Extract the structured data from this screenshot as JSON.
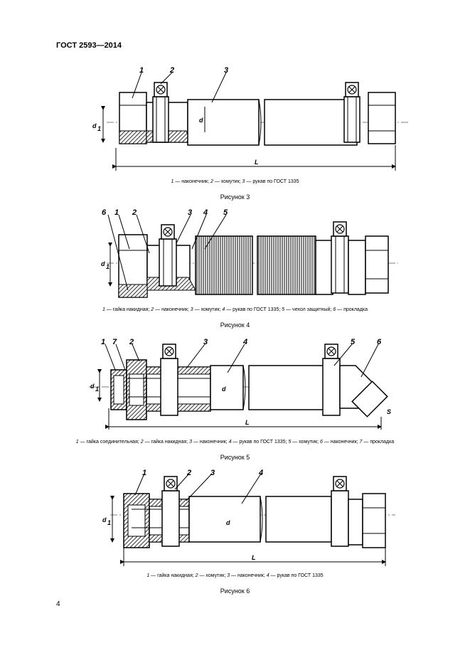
{
  "header": {
    "title": "ГОСТ 2593—2014"
  },
  "page_number": "4",
  "figures": [
    {
      "caption": "Рисунок 3",
      "legend": [
        {
          "num": "1",
          "text": "наконечник"
        },
        {
          "num": "2",
          "text": "хомутик"
        },
        {
          "num": "3",
          "text": "рукав по ГОСТ 1335"
        }
      ],
      "callouts": [
        "1",
        "2",
        "3"
      ],
      "dims": {
        "d1": "d",
        "d1_sub": "1",
        "d": "d",
        "L": "L"
      }
    },
    {
      "caption": "Рисунок 4",
      "legend": [
        {
          "num": "1",
          "text": "гайка накидная"
        },
        {
          "num": "2",
          "text": "наконечник"
        },
        {
          "num": "3",
          "text": "хомутик"
        },
        {
          "num": "4",
          "text": "рукав по ГОСТ 1335"
        },
        {
          "num": "5",
          "text": "чехол защитный"
        },
        {
          "num": "6",
          "text": "прокладка"
        }
      ],
      "callouts": [
        "6",
        "1",
        "2",
        "3",
        "4",
        "5"
      ],
      "dims": {
        "d1": "d",
        "d1_sub": "1"
      }
    },
    {
      "caption": "Рисунок 5",
      "legend": [
        {
          "num": "1",
          "text": "гайка соединительная"
        },
        {
          "num": "2",
          "text": "гайка накидная"
        },
        {
          "num": "3",
          "text": "наконечник"
        },
        {
          "num": "4",
          "text": "рукав по ГОСТ 1335"
        },
        {
          "num": "5",
          "text": "хомутик"
        },
        {
          "num": "6",
          "text": "наконечник"
        },
        {
          "num": "7",
          "text": "прокладка"
        }
      ],
      "callouts": [
        "1",
        "7",
        "2",
        "3",
        "4",
        "5",
        "6"
      ],
      "dims": {
        "d1": "d",
        "d1_sub": "1",
        "d": "d",
        "L": "L",
        "S": "S"
      }
    },
    {
      "caption": "Рисунок 6",
      "legend": [
        {
          "num": "1",
          "text": "гайка накидная"
        },
        {
          "num": "2",
          "text": "хомутик"
        },
        {
          "num": "3",
          "text": "наконечник"
        },
        {
          "num": "4",
          "text": "рукав по ГОСТ 1335"
        }
      ],
      "callouts": [
        "1",
        "2",
        "3",
        "4"
      ],
      "dims": {
        "d1": "d",
        "d1_sub": "1",
        "d": "d",
        "L": "L"
      }
    }
  ]
}
